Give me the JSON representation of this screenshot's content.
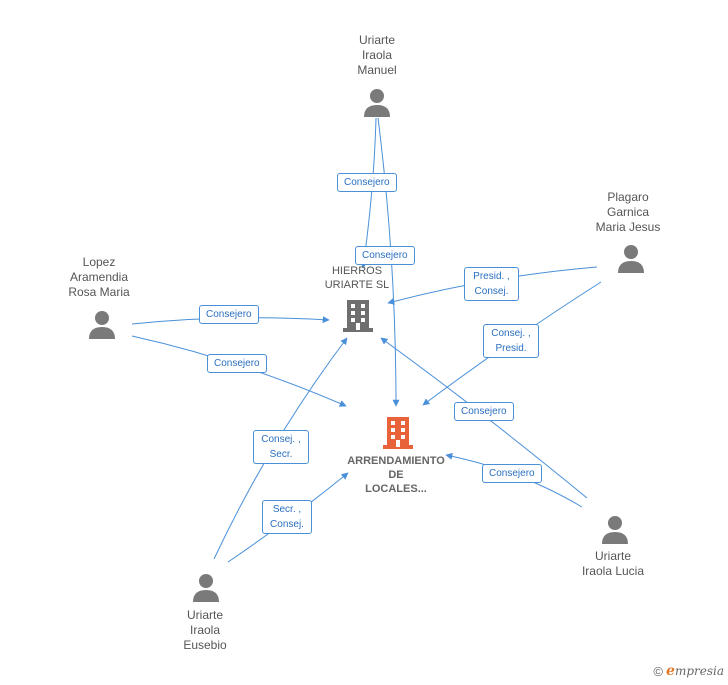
{
  "nodes": {
    "manuel": {
      "lines": [
        "Uriarte",
        "Iraola",
        "Manuel"
      ]
    },
    "plagaro": {
      "lines": [
        "Plagaro",
        "Garnica",
        "Maria Jesus"
      ]
    },
    "lopez": {
      "lines": [
        "Lopez",
        "Aramendia",
        "Rosa Maria"
      ]
    },
    "lucia": {
      "lines": [
        "Uriarte",
        "Iraola Lucia"
      ]
    },
    "eusebio": {
      "lines": [
        "Uriarte",
        "Iraola",
        "Eusebio"
      ]
    },
    "hierros": {
      "lines": [
        "HIERROS",
        "URIARTE SL"
      ]
    },
    "arrendamiento": {
      "lines": [
        "ARRENDAMIENTO",
        "DE",
        "LOCALES..."
      ]
    }
  },
  "edge_labels": {
    "manuel_hierros": [
      "Consejero"
    ],
    "manuel_arr": [
      "Consejero"
    ],
    "plagaro_hierros": [
      "Presid. ,",
      "Consej."
    ],
    "plagaro_arr": [
      "Consej. ,",
      "Presid."
    ],
    "lopez_hierros": [
      "Consejero"
    ],
    "lopez_arr": [
      "Consejero"
    ],
    "lucia_hierros": [
      "Consejero"
    ],
    "lucia_arr": [
      "Consejero"
    ],
    "eusebio_hierros": [
      "Consej. ,",
      "Secr."
    ],
    "eusebio_arr": [
      "Secr. ,",
      "Consej."
    ]
  },
  "footer": {
    "copyright": "©",
    "brand_initial": "e",
    "brand_rest": "mpresia"
  },
  "colors": {
    "edge": "#4a90d9",
    "person": "#7a7a7a",
    "company": "#6f6f6f",
    "target": "#e8623a"
  }
}
